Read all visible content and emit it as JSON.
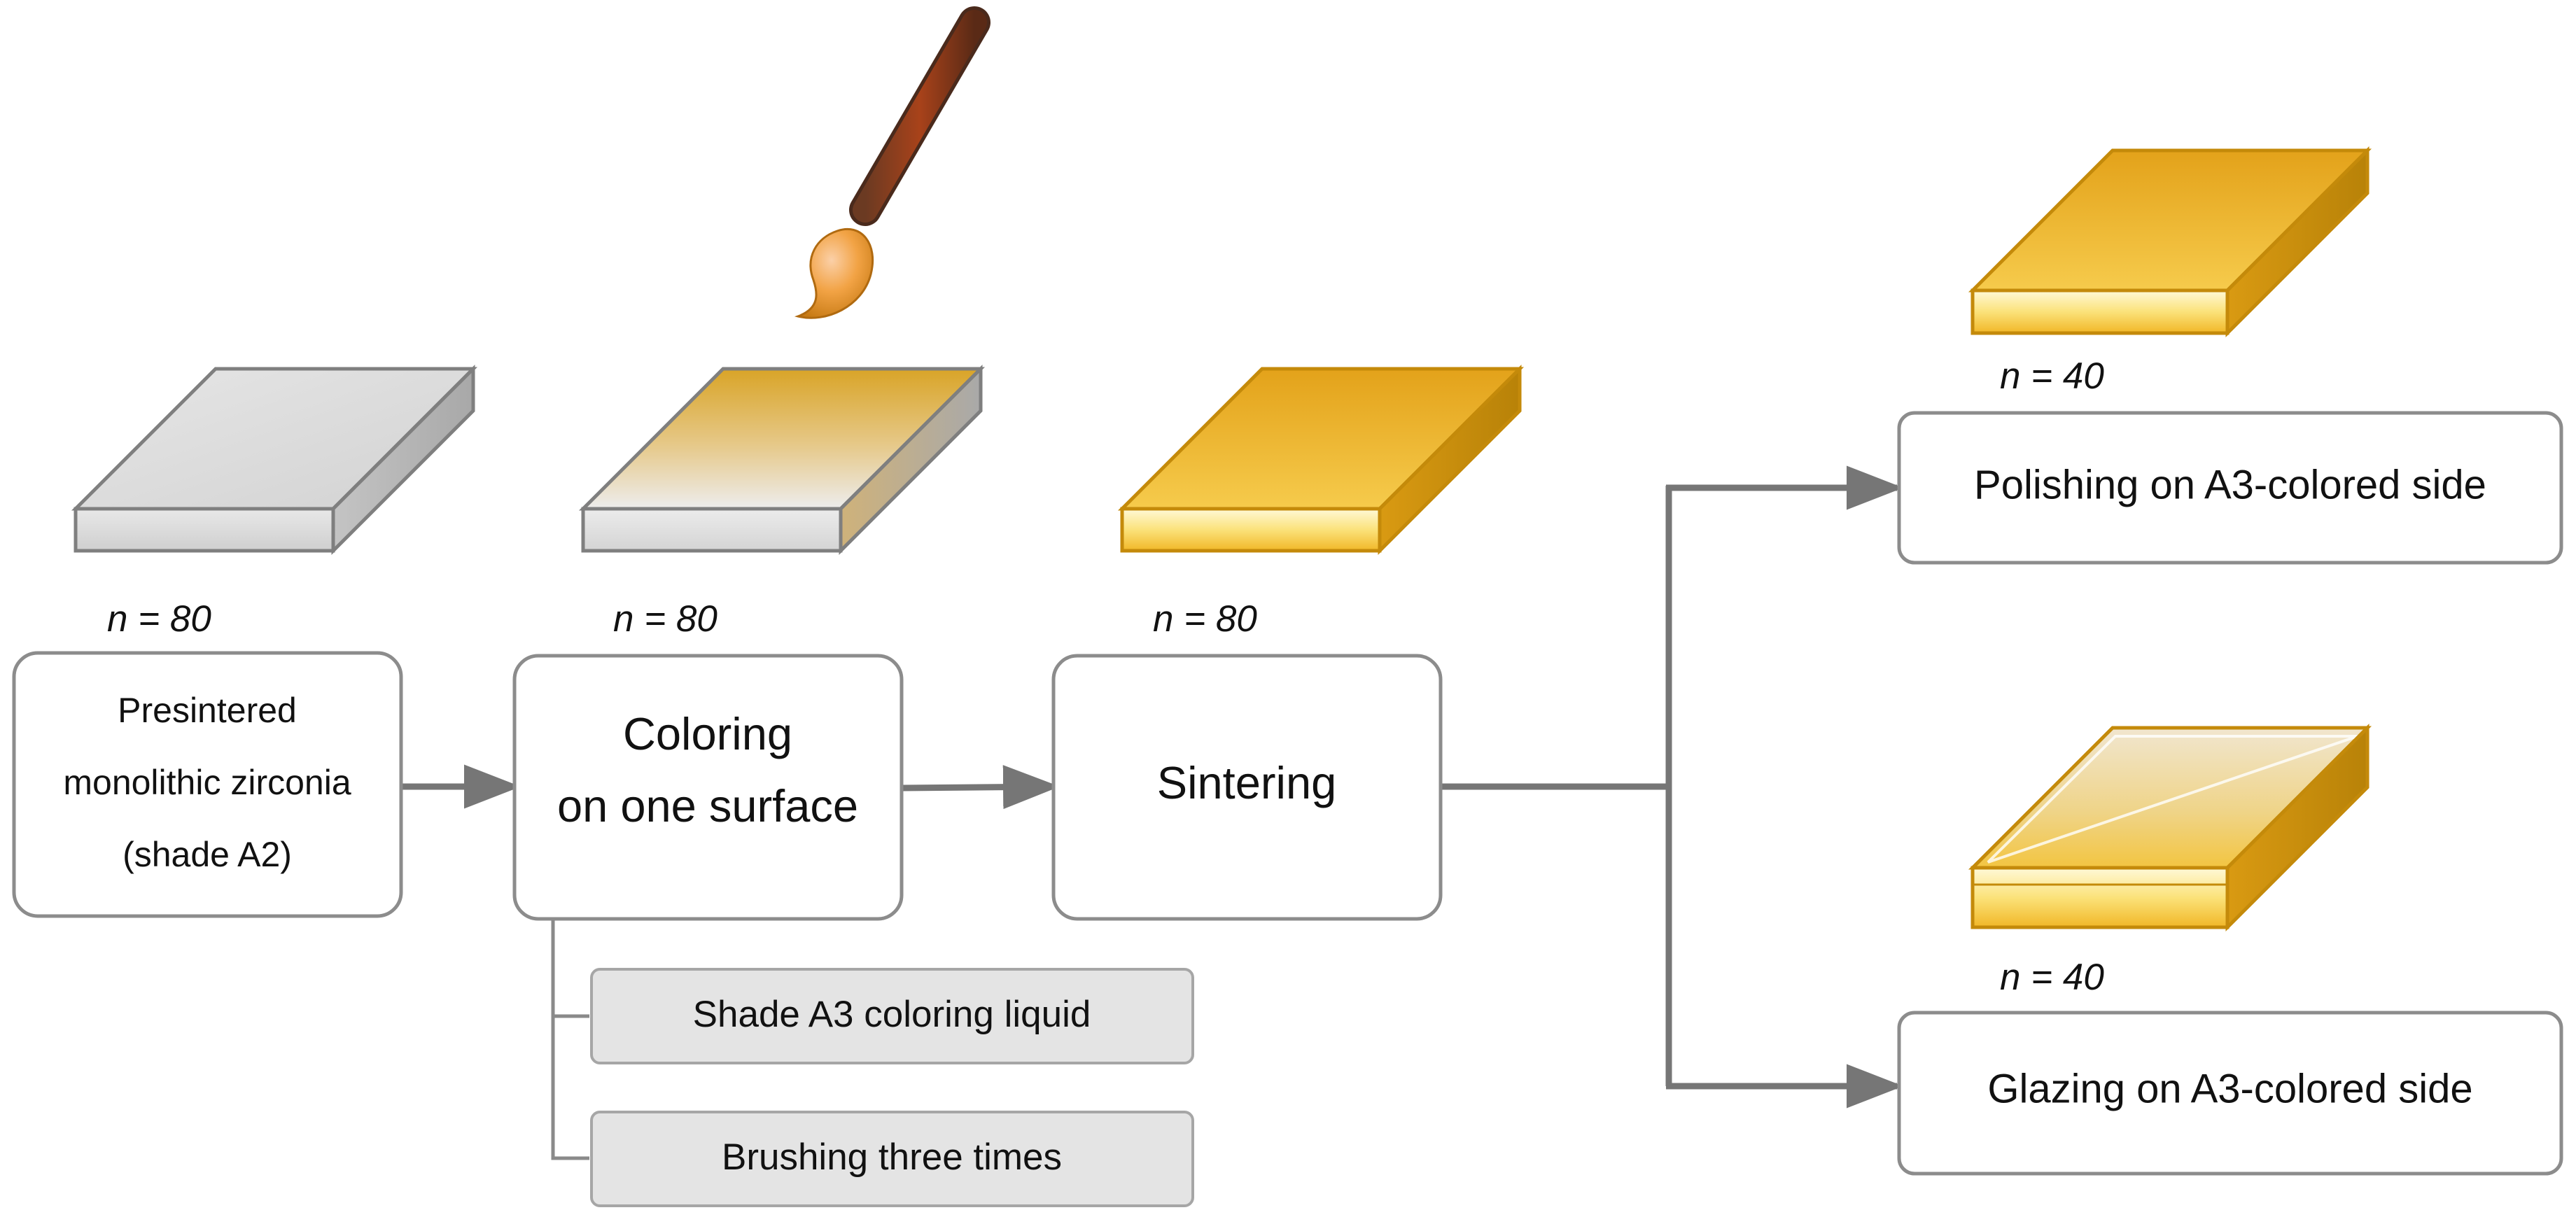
{
  "steps": [
    {
      "line1": "Presintered",
      "line2": "monolithic zirconia",
      "line3": "(shade A2)",
      "count": "n = 80"
    },
    {
      "line1": "Coloring",
      "line2": "on one surface",
      "count": "n = 80"
    },
    {
      "line1": "Sintering",
      "count": "n = 80"
    }
  ],
  "details": [
    "Shade A3 coloring liquid",
    "Brushing three times"
  ],
  "outcomes": [
    {
      "label": "Polishing on A3-colored side",
      "count": "n = 40"
    },
    {
      "label": "Glazing on A3-colored side",
      "count": "n = 40"
    }
  ],
  "colors": {
    "gray_block": "#d9d9d9",
    "gold": "#e8ad22",
    "gold_edge": "#c48a0a",
    "brush_handle": "#8a3a10"
  },
  "icons": [
    "zirconia-block-icon",
    "paint-brush-icon",
    "arrow-icon"
  ]
}
